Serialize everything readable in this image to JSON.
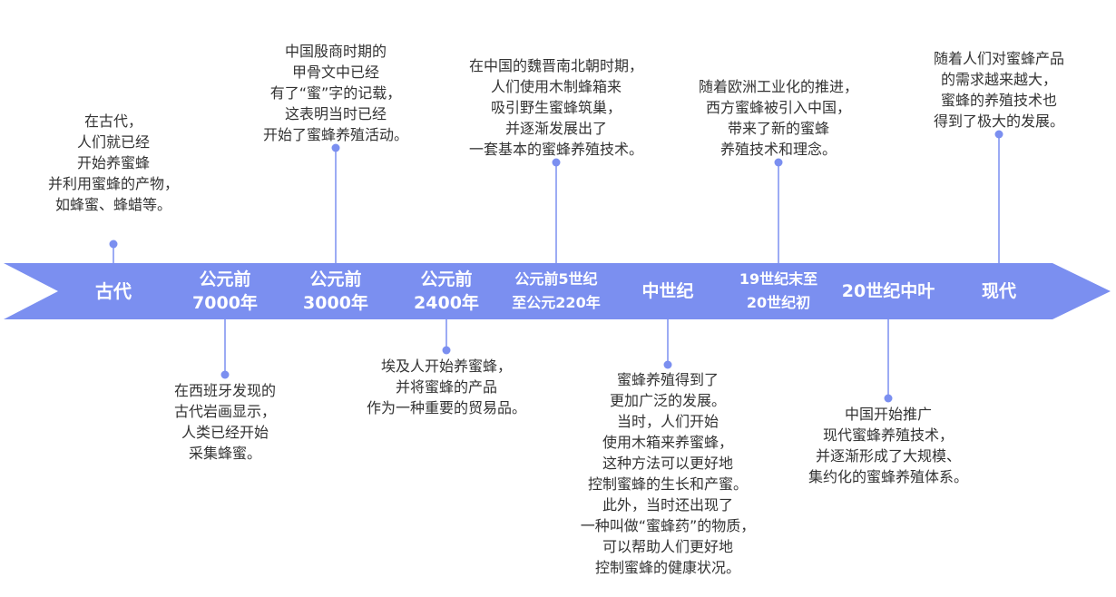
{
  "colors": {
    "arrow": "#7b8ff0",
    "connector": "#7b8ff0",
    "dot": "#7b8ff0",
    "label_text": "#ffffff",
    "event_text": "#333333"
  },
  "eras": [
    {
      "lines": [
        "古代"
      ]
    },
    {
      "lines": [
        "公元前",
        "7000年"
      ]
    },
    {
      "lines": [
        "公元前",
        "3000年"
      ]
    },
    {
      "lines": [
        "公元前",
        "2400年"
      ]
    },
    {
      "lines": [
        "公元前5世纪",
        "至公元220年"
      ]
    },
    {
      "lines": [
        "中世纪"
      ]
    },
    {
      "lines": [
        "19世纪末至",
        "20世纪初"
      ]
    },
    {
      "lines": [
        "20世纪中叶"
      ]
    },
    {
      "lines": [
        "现代"
      ]
    }
  ],
  "events": [
    {
      "era": 0,
      "side": "above",
      "lines": [
        "在古代，",
        "人们就已经",
        "开始养蜜蜂",
        "并利用蜜蜂的产物，",
        "如蜂蜜、蜂蜡等。"
      ]
    },
    {
      "era": 1,
      "side": "below",
      "lines": [
        "在西班牙发现的",
        "古代岩画显示，",
        "人类已经开始",
        "采集蜂蜜。"
      ]
    },
    {
      "era": 2,
      "side": "above",
      "lines": [
        "中国殷商时期的",
        "甲骨文中已经",
        "有了“蜜”字的记载，",
        "这表明当时已经",
        "开始了蜜蜂养殖活动。"
      ]
    },
    {
      "era": 3,
      "side": "below",
      "lines": [
        "埃及人开始养蜜蜂，",
        "并将蜜蜂的产品",
        "作为一种重要的贸易品。"
      ]
    },
    {
      "era": 4,
      "side": "above",
      "lines": [
        "在中国的魏晋南北朝时期，",
        "人们使用木制蜂箱来",
        "吸引野生蜜蜂筑巢，",
        "并逐渐发展出了",
        "一套基本的蜜蜂养殖技术。"
      ]
    },
    {
      "era": 5,
      "side": "below",
      "lines": [
        "蜜蜂养殖得到了",
        "更加广泛的发展。",
        "当时，人们开始",
        "使用木箱来养蜜蜂，",
        "这种方法可以更好地",
        "控制蜜蜂的生长和产蜜。",
        "此外，当时还出现了",
        "一种叫做“蜜蜂药”的物质，",
        "可以帮助人们更好地",
        "控制蜜蜂的健康状况。"
      ]
    },
    {
      "era": 6,
      "side": "above",
      "lines": [
        "随着欧洲工业化的推进，",
        "西方蜜蜂被引入中国，",
        "带来了新的蜜蜂",
        "养殖技术和理念。"
      ]
    },
    {
      "era": 7,
      "side": "below",
      "lines": [
        "中国开始推广",
        "现代蜜蜂养殖技术，",
        "并逐渐形成了大规模、",
        "集约化的蜜蜂养殖体系。"
      ]
    },
    {
      "era": 8,
      "side": "above",
      "lines": [
        "随着人们对蜜蜂产品",
        "的需求越来越大，",
        "蜜蜂的养殖技术也",
        "得到了极大的发展。"
      ]
    }
  ]
}
